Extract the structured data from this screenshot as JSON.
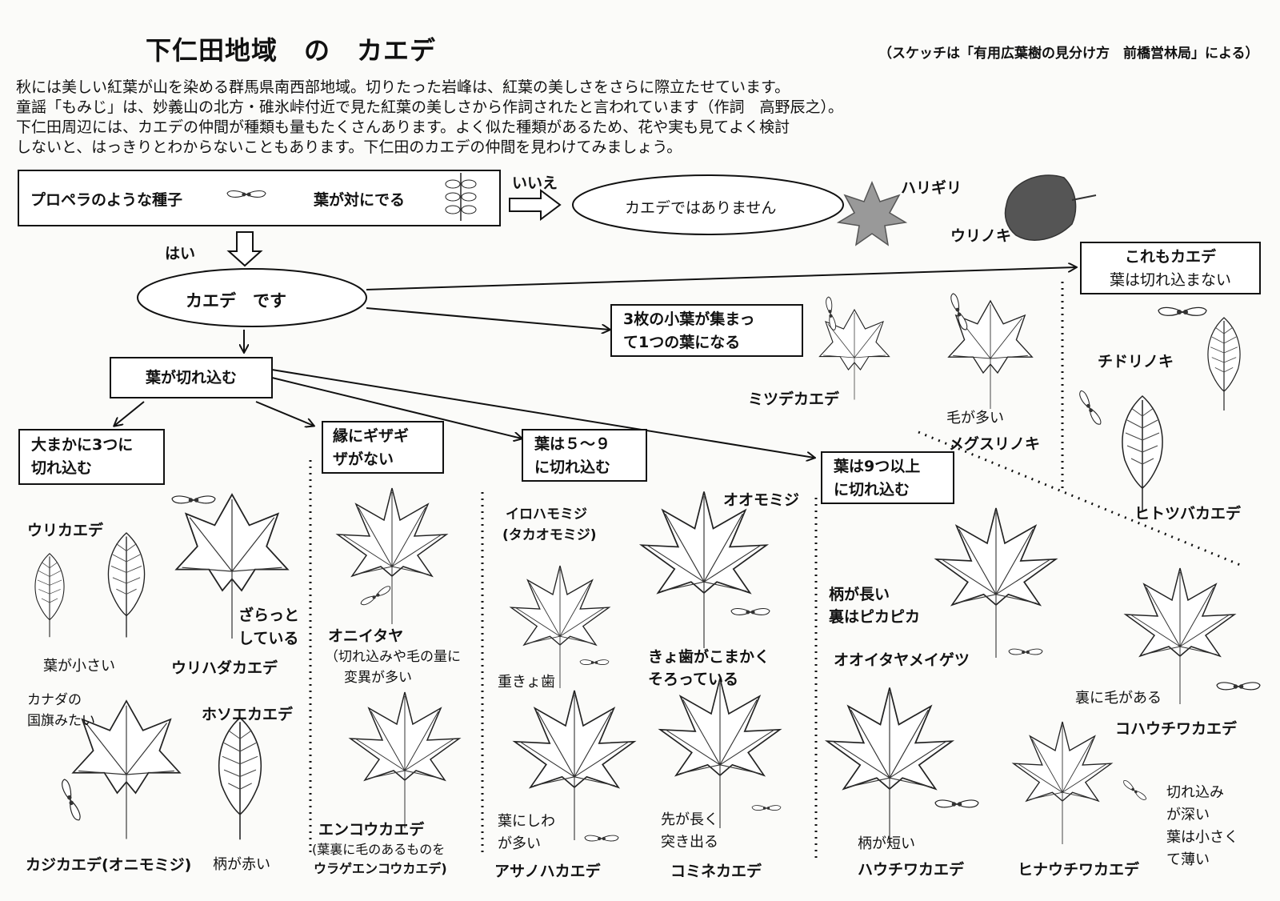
{
  "header": {
    "title": "下仁田地域　の　カエデ",
    "credit": "（スケッチは「有用広葉樹の見分け方　前橋営林局」による）"
  },
  "intro": [
    "秋には美しい紅葉が山を染める群馬県南西部地域。切りたった岩峰は、紅葉の美しさをさらに際立たせています。",
    "童謡「もみじ」は、妙義山の北方・碓氷峠付近で見た紅葉の美しさから作詞されたと言われています（作詞　高野辰之）。",
    "下仁田周辺には、カエデの仲間が種類も量もたくさんあります。よく似た種類があるため、花や実も見てよく検討",
    "しないと、はっきりとわからないこともあります。下仁田のカエデの仲間を見わけてみましょう。"
  ],
  "flow": {
    "q1_seed": "プロペラのような種子",
    "q1_leaf": "葉が対にでる",
    "no": "いいえ",
    "yes": "はい",
    "not_maple": "カエデではありません",
    "harigiri": "ハリギリ",
    "urinoki": "ウリノキ",
    "maple": "カエデ　です",
    "also_maple_1": "これもカエデ",
    "also_maple_2": "葉は切れ込まない",
    "trifoliate_1": "3枚の小葉が集まっ",
    "trifoliate_2": "て1つの葉になる",
    "lobed": "葉が切れ込む",
    "three_lobes_1": "大まかに3つに",
    "three_lobes_2": "切れ込む",
    "no_serration_1": "縁にギザギ",
    "no_serration_2": "ザがない",
    "five_nine_1": "葉は５～９",
    "five_nine_2": "に切れ込む",
    "nine_plus_1": "葉は9つ以上",
    "nine_plus_2": "に切れ込む"
  },
  "species": {
    "mitsude": "ミツデカエデ",
    "megusuri_note": "毛が多い",
    "megusuri": "メグスリノキ",
    "chidori": "チドリノキ",
    "hitotsuba": "ヒトツバカエデ",
    "urikaede": "ウリカエデ",
    "urikaede_note": "葉が小さい",
    "urihada_note_1": "ざらっと",
    "urihada_note_2": "している",
    "urihada": "ウリハダカエデ",
    "kaji_note_1": "カナダの",
    "kaji_note_2": "国旗みたい",
    "hosoe": "ホソエカエデ",
    "kaji": "カジカエデ(オニモミジ)",
    "kaji_note_3": "柄が赤い",
    "oniitaya": "オニイタヤ",
    "oniitaya_note_1": "（切れ込みや毛の量に",
    "oniitaya_note_2": "変異が多い",
    "enkou": "エンコウカエデ",
    "enkou_note_1": "(葉裏に毛のあるものを",
    "enkou_note_2": "ウラゲエンコウカエデ)",
    "iroha_1": "イロハモミジ",
    "iroha_2": "(タカオモミジ)",
    "iroha_note": "重きょ歯",
    "oomomiji": "オオモミジ",
    "oomomiji_note_1": "きょ歯がこまかく",
    "oomomiji_note_2": "そろっている",
    "asanoha_note_1": "葉にしわ",
    "asanoha_note_2": "が多い",
    "asanoha": "アサノハカエデ",
    "komine_note_1": "先が長く",
    "komine_note_2": "突き出る",
    "komine": "コミネカエデ",
    "ooitaya_note_1": "柄が長い",
    "ooitaya_note_2": "裏はピカピカ",
    "ooitaya": "オオイタヤメイゲツ",
    "kohauchiwa_note": "裏に毛がある",
    "kohauchiwa": "コハウチワカエデ",
    "hauchiwa_note": "柄が短い",
    "hauchiwa": "ハウチワカエデ",
    "hina": "ヒナウチワカエデ",
    "hina_note_1": "切れ込み",
    "hina_note_2": "が深い",
    "hina_note_3": "葉は小さく",
    "hina_note_4": "て薄い"
  }
}
